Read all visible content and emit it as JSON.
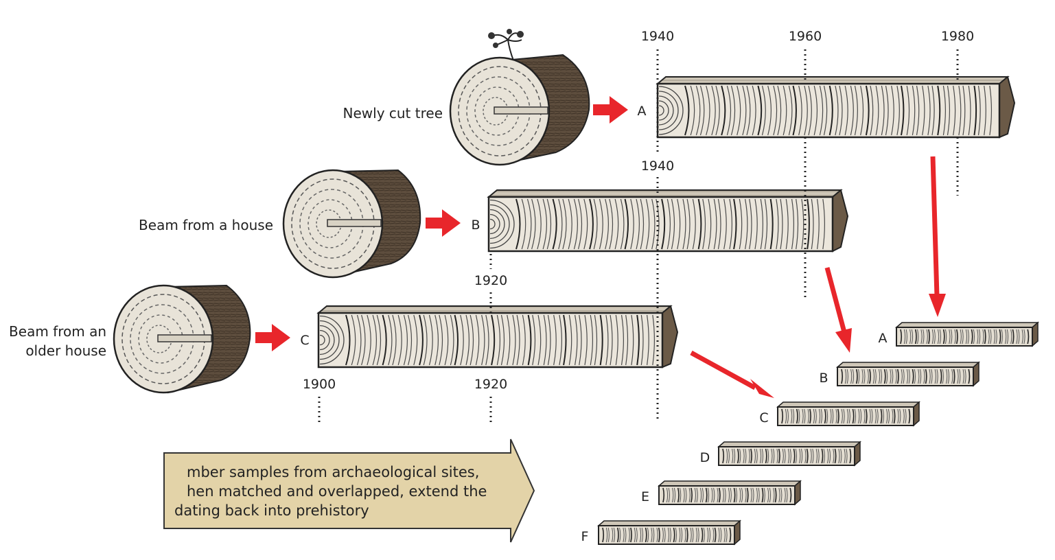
{
  "labels": {
    "newly_cut_tree": "Newly cut tree",
    "beam_house": "Beam from a house",
    "beam_older_line1": "Beam from an",
    "beam_older_line2": "older house"
  },
  "samples": {
    "a": "A",
    "b": "B",
    "c": "C"
  },
  "years": {
    "a_1940": "1940",
    "a_1960": "1960",
    "a_1980": "1980",
    "b_1940": "1940",
    "b_1920": "1920",
    "c_1900": "1900",
    "c_1920": "1920"
  },
  "chronology": [
    "A",
    "B",
    "C",
    "D",
    "E",
    "F"
  ],
  "callout": {
    "line1": "mber samples from archaeological sites,",
    "line2": "hen matched and overlapped, extend the",
    "line3": "dating back into prehistory"
  },
  "colors": {
    "arrow_red": "#e8262b",
    "wood_light": "#e6e1d6",
    "wood_bark": "#5a4a3a",
    "callout_fill": "#e3d3a8"
  }
}
